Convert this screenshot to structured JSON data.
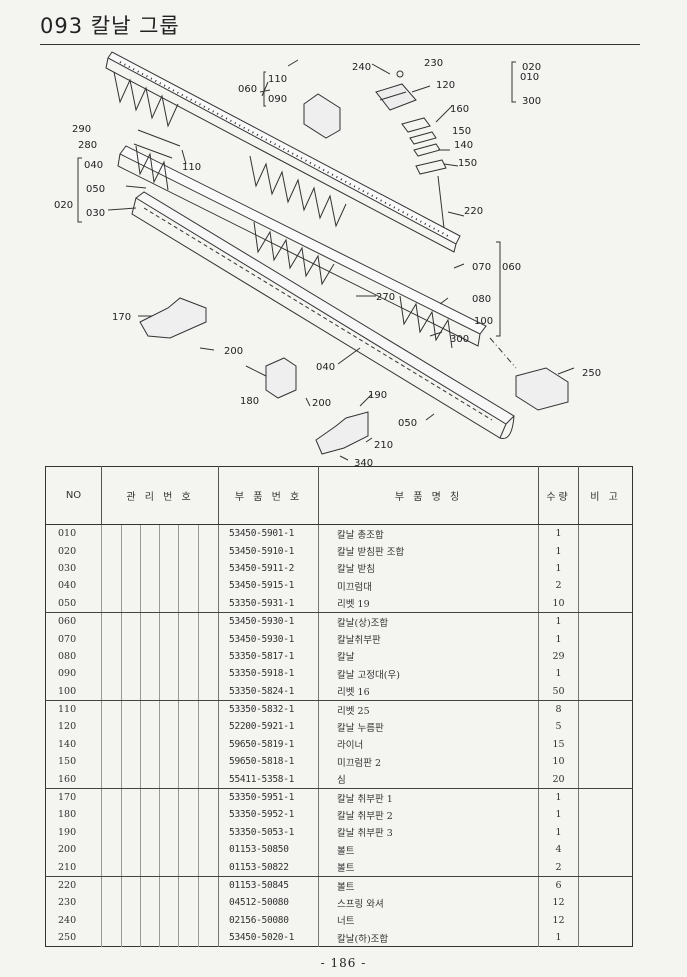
{
  "header": {
    "title": "093 칼날 그룹"
  },
  "diagram": {
    "callouts": {
      "c010": "010",
      "c020": "020",
      "c300": "300",
      "c060": "060",
      "c110": "110",
      "c090": "090",
      "c240": "240",
      "c230": "230",
      "c120": "120",
      "c160": "160",
      "c150a": "150",
      "c140": "140",
      "c150b": "150",
      "c220": "220",
      "c290": "290",
      "c280": "280",
      "c040": "040",
      "c050": "050",
      "c020b": "020",
      "c030": "030",
      "c110b": "110",
      "c070": "070",
      "c060b": "060",
      "c270": "270",
      "c080": "080",
      "c100": "100",
      "c300b": "300",
      "c170": "170",
      "c200a": "200",
      "c040b": "040",
      "c250": "250",
      "c190": "190",
      "c180": "180",
      "c200b": "200",
      "c050b": "050",
      "c210": "210",
      "c340": "340"
    }
  },
  "table": {
    "headers": {
      "no": "NO",
      "mgmt": "관 리 번 호",
      "part_no": "부 품 번 호",
      "name": "부 품 명 칭",
      "qty": "수량",
      "remark": "비 고"
    },
    "rows": [
      {
        "no": "010",
        "part_no": "53450-5901-1",
        "name": "칼날 총조합",
        "qty": "1"
      },
      {
        "no": "020",
        "part_no": "53450-5910-1",
        "name": "칼날 받침판 조합",
        "qty": "1"
      },
      {
        "no": "030",
        "part_no": "53450-5911-2",
        "name": "칼날 받침",
        "qty": "1"
      },
      {
        "no": "040",
        "part_no": "53450-5915-1",
        "name": "미끄럼대",
        "qty": "2"
      },
      {
        "no": "050",
        "part_no": "53350-5931-1",
        "name": "리벳 19",
        "qty": "10"
      },
      {
        "no": "060",
        "part_no": "53450-5930-1",
        "name": "칼날(상)조합",
        "qty": "1"
      },
      {
        "no": "070",
        "part_no": "53450-5930-1",
        "name": "칼날취부판",
        "qty": "1"
      },
      {
        "no": "080",
        "part_no": "53350-5817-1",
        "name": "칼날",
        "qty": "29"
      },
      {
        "no": "090",
        "part_no": "53350-5918-1",
        "name": "칼날 고정대(우)",
        "qty": "1"
      },
      {
        "no": "100",
        "part_no": "53350-5824-1",
        "name": "리벳 16",
        "qty": "50"
      },
      {
        "no": "110",
        "part_no": "53350-5832-1",
        "name": "리벳 25",
        "qty": "8"
      },
      {
        "no": "120",
        "part_no": "52200-5921-1",
        "name": "칼날 누름판",
        "qty": "5"
      },
      {
        "no": "140",
        "part_no": "59650-5819-1",
        "name": "라이너",
        "qty": "15"
      },
      {
        "no": "150",
        "part_no": "59650-5818-1",
        "name": "미끄럼판 2",
        "qty": "10"
      },
      {
        "no": "160",
        "part_no": "55411-5358-1",
        "name": "심",
        "qty": "20"
      },
      {
        "no": "170",
        "part_no": "53350-5951-1",
        "name": "칼날 취부판 1",
        "qty": "1"
      },
      {
        "no": "180",
        "part_no": "53350-5952-1",
        "name": "칼날 취부판 2",
        "qty": "1"
      },
      {
        "no": "190",
        "part_no": "53350-5053-1",
        "name": "칼날 취부판 3",
        "qty": "1"
      },
      {
        "no": "200",
        "part_no": "01153-50850",
        "name": "볼트",
        "qty": "4"
      },
      {
        "no": "210",
        "part_no": "01153-50822",
        "name": "볼트",
        "qty": "2"
      },
      {
        "no": "220",
        "part_no": "01153-50845",
        "name": "볼트",
        "qty": "6"
      },
      {
        "no": "230",
        "part_no": "04512-50080",
        "name": "스프링 와셔",
        "qty": "12"
      },
      {
        "no": "240",
        "part_no": "02156-50080",
        "name": "너트",
        "qty": "12"
      },
      {
        "no": "250",
        "part_no": "53450-5020-1",
        "name": "칼날(하)조합",
        "qty": "1"
      }
    ]
  },
  "footer": {
    "page_number": "- 186 -"
  }
}
